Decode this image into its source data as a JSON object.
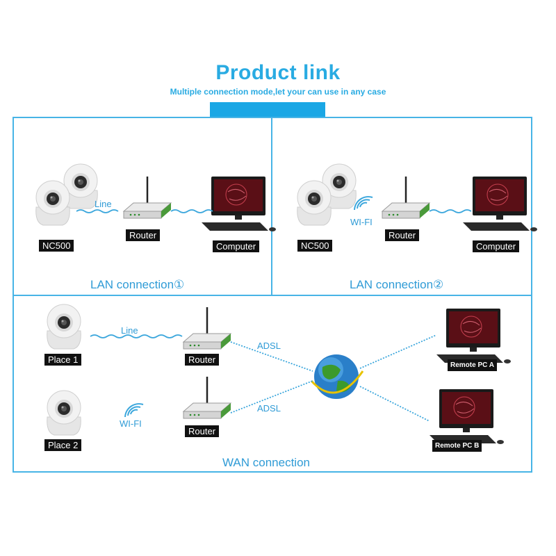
{
  "header": {
    "title": "Product link",
    "subtitle": "Multiple connection mode,let your can use in any case"
  },
  "lan1": {
    "camera_label": "NC500",
    "router_label": "Router",
    "computer_label": "Computer",
    "link_label": "Line",
    "caption": "LAN connection①"
  },
  "lan2": {
    "camera_label": "NC500",
    "router_label": "Router",
    "computer_label": "Computer",
    "link_label": "WI-FI",
    "caption": "LAN connection②"
  },
  "wan": {
    "place1_label": "Place 1",
    "place2_label": "Place 2",
    "router1_label": "Router",
    "router2_label": "Router",
    "line_label": "Line",
    "wifi_label": "WI-FI",
    "adsl1_label": "ADSL",
    "adsl2_label": "ADSL",
    "remote_a_label": "Remote PC A",
    "remote_b_label": "Remote PC B",
    "caption": "WAN connection"
  },
  "colors": {
    "accent": "#29abe2",
    "border": "#47b4e6",
    "label_bg": "#111111"
  }
}
